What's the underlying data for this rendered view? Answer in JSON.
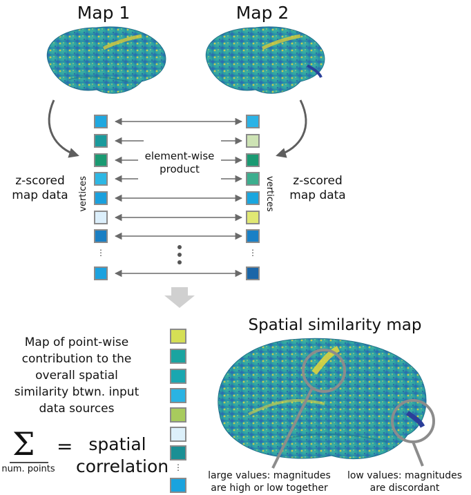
{
  "map1_title": "Map 1",
  "map2_title": "Map 2",
  "zscored_left": [
    "z-scored",
    "map data"
  ],
  "zscored_right": [
    "z-scored",
    "map data"
  ],
  "vertices_label": "vertices",
  "product_label": [
    "element-wise",
    "product"
  ],
  "left_column_colors": [
    "#1fa8e0",
    "#1a9a9c",
    "#1a9a72",
    "#2db7e4",
    "#1aa0dd",
    "#dceffb",
    "#1a7fc3",
    "#1ca2df"
  ],
  "right_column_colors": [
    "#2bb3e6",
    "#cde3b4",
    "#1a9a72",
    "#3cae8e",
    "#1aa6de",
    "#e0e874",
    "#1a80c6",
    "#1a66a8"
  ],
  "result_column_colors": [
    "#d5df55",
    "#1aa4a0",
    "#1aa7b0",
    "#2ab3e3",
    "#a8cb5d",
    "#dcf0fa",
    "#1a8f94",
    "#1aa3de"
  ],
  "ellipsis": "⋮",
  "spatial_map_title": "Spatial similarity map",
  "pointwise_text": [
    "Map of point-wise",
    "contribution to the",
    "overall spatial",
    "similarity btwn. input",
    "data sources"
  ],
  "sigma": "Σ",
  "sum_denominator": "num. points",
  "equals": "=",
  "spatial_label": "spatial",
  "correlation_label": "correlation",
  "large_values_text": [
    "large values: magnitudes",
    "are high or low together"
  ],
  "low_values_text": [
    "low values: magnitudes",
    "are discordant"
  ],
  "colors": {
    "brain_base": "#2aa6a0",
    "brain_yellow": "#e5d73a",
    "brain_blue": "#2b4fa8",
    "arrow_gray": "#6a6a6a",
    "cell_border": "#8a8a8a",
    "down_arrow": "#d0d0d0"
  }
}
